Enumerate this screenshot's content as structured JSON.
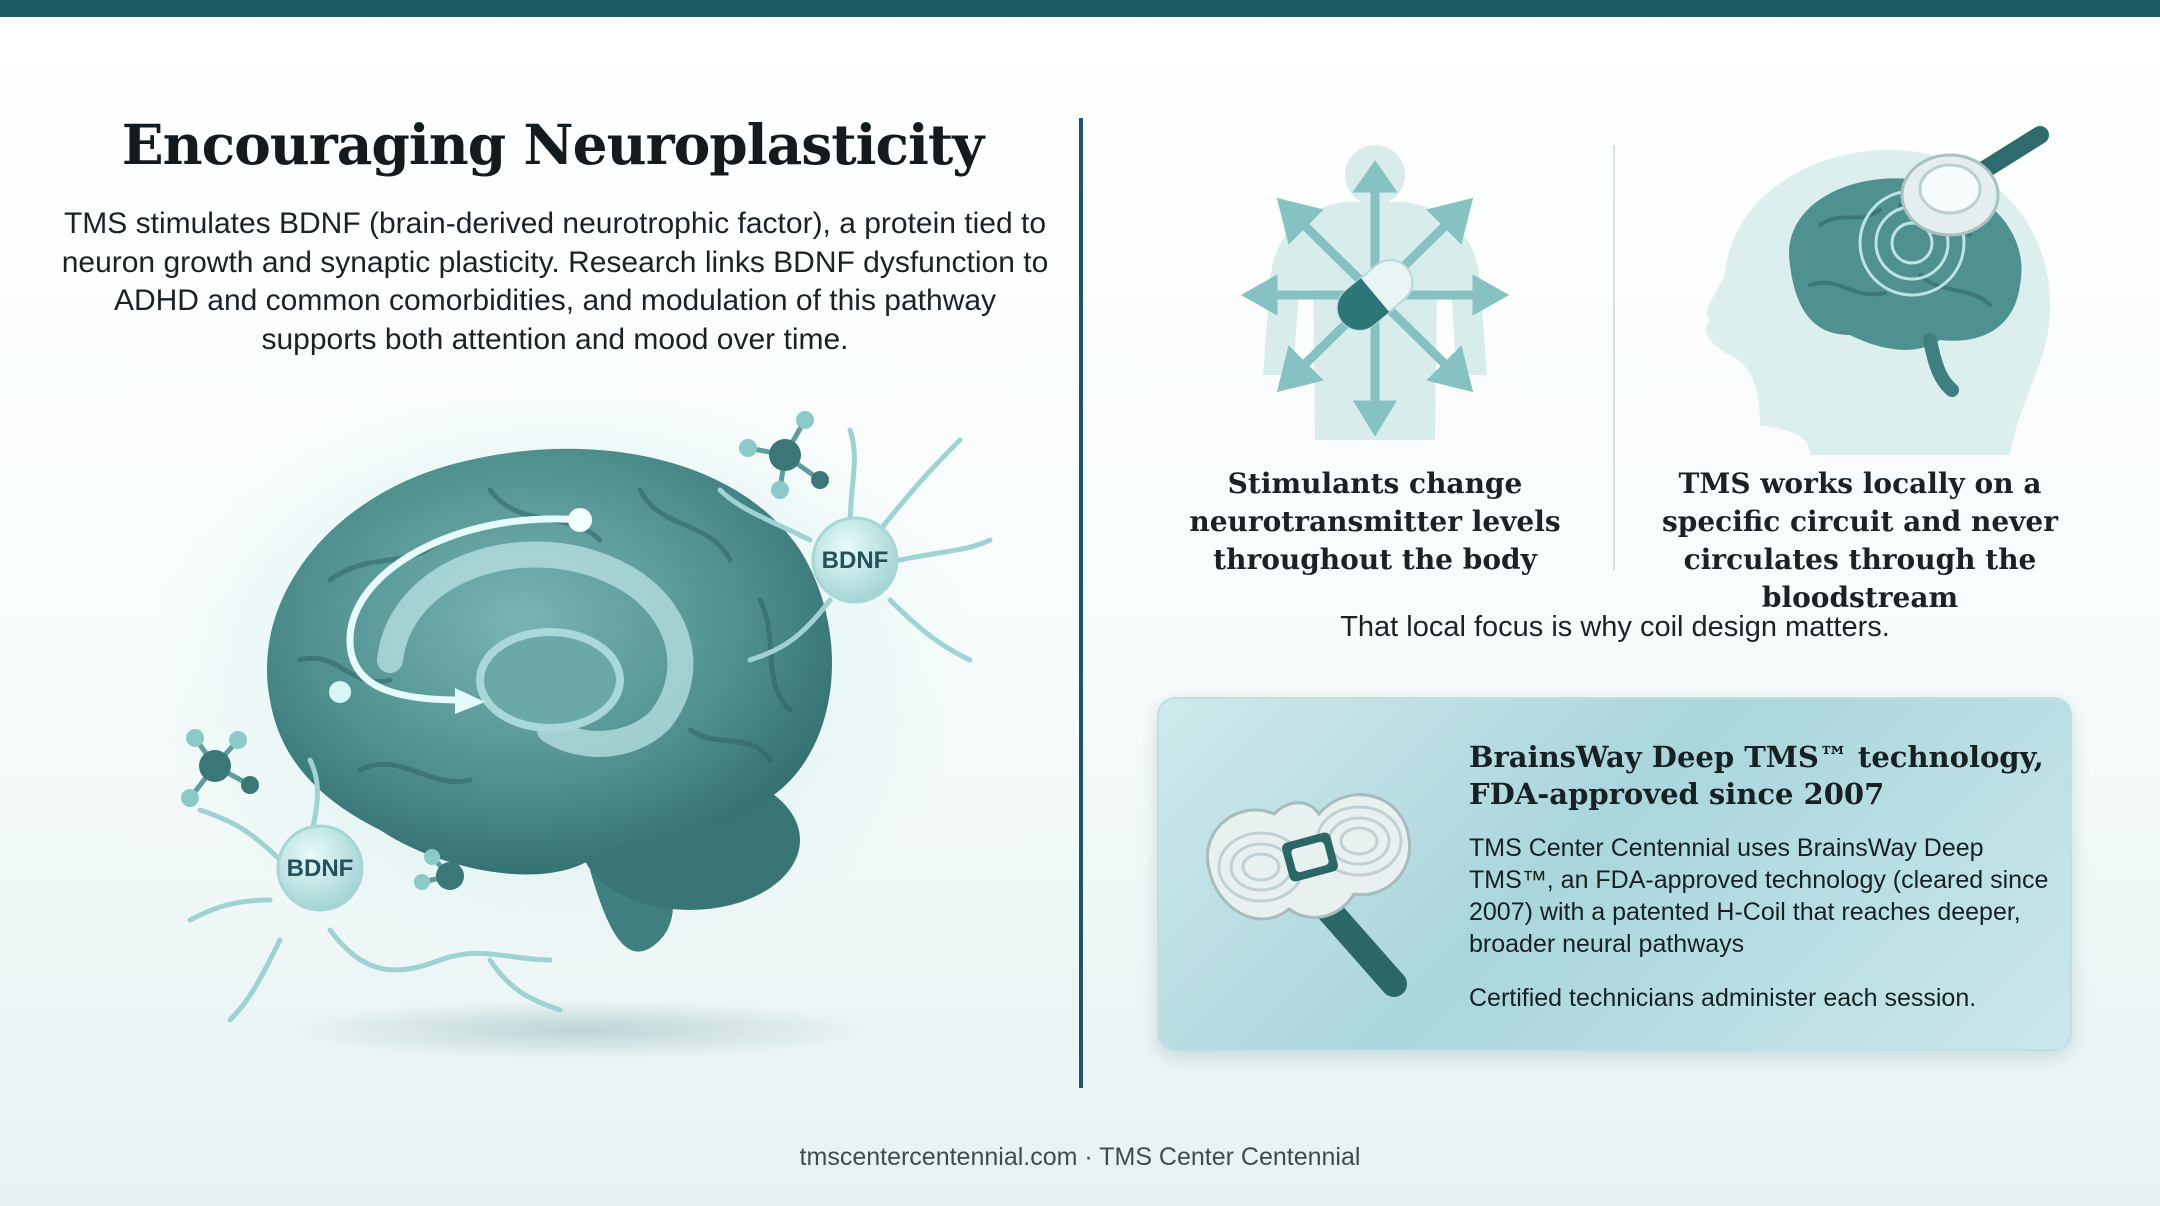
{
  "header": {
    "title": "Encouraging Neuroplasticity",
    "intro": "TMS stimulates BDNF (brain-derived neurotrophic factor), a protein tied to neuron growth and synaptic plasticity. Research links BDNF dysfunction to ADHD and common comorbidities, and modulation of this pathway supports both attention and mood over time."
  },
  "illustration": {
    "bdnf_top": "BDNF",
    "bdnf_bottom": "BDNF"
  },
  "comparison": {
    "stimulants_caption": "Stimulants change neurotransmitter levels throughout the body",
    "tms_caption": "TMS works locally on a specific circuit and never circulates through the bloodstream",
    "focus_note": "That local focus is why coil design matters."
  },
  "card": {
    "title": "BrainsWay Deep TMS™ technology, FDA-approved since 2007",
    "body": "TMS Center Centennial uses BrainsWay Deep TMS™, an FDA-approved technology (cleared since 2007) with a patented H-Coil that reaches deeper, broader neural pathways",
    "note": "Certified technicians administer each session."
  },
  "footer": {
    "text": "tmscentercentennial.com · TMS Center Centennial"
  },
  "colors": {
    "top_bar": "#1d5c66",
    "divider": "#1d5665",
    "accent_teal": "#3f8f92",
    "card_fill": "#a9d6dc"
  },
  "icons": [
    "brain-illustration",
    "neuron-icon",
    "molecule-icon",
    "pill-body-icon",
    "head-coil-icon",
    "h-coil-icon"
  ]
}
